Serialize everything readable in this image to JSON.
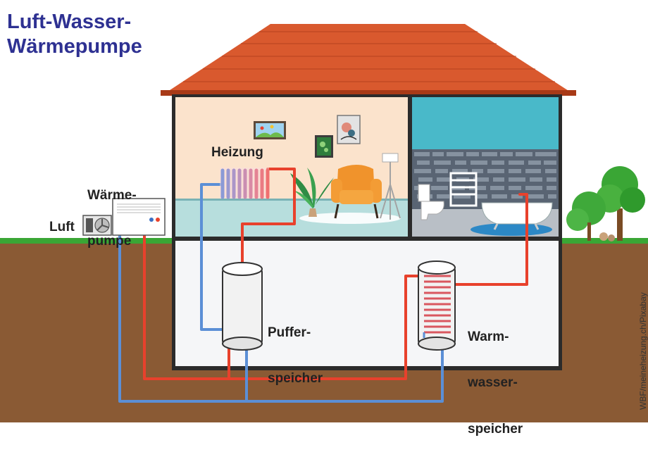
{
  "title": {
    "line1": "Luft-Wasser-",
    "line2": "Wärmepumpe"
  },
  "labels": {
    "heizung": "Heizung",
    "waermepumpe_line1": "Wärme-",
    "waermepumpe_line2": "pumpe",
    "luft": "Luft",
    "puffer_line1": "Puffer-",
    "puffer_line2": "speicher",
    "warm_line1": "Warm-",
    "warm_line2": "wasser-",
    "warm_line3": "speicher"
  },
  "credit": "WBF/meineheizung.ch/Pixabay",
  "colors": {
    "title": "#2e3192",
    "hot_pipe": "#e8412c",
    "cold_pipe": "#5b8fd6",
    "roof": "#d9592e",
    "ground": "#8a5a34",
    "grass": "#3aa635",
    "living_wall": "#fbe3cc",
    "bath_wall": "#49b9c9",
    "basement": "#f5f6f8"
  }
}
